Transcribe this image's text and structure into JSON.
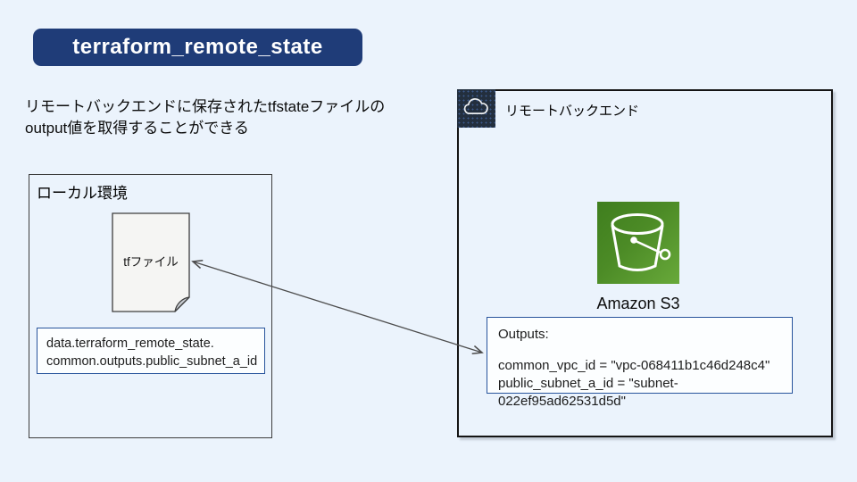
{
  "title": {
    "label": "terraform_remote_state"
  },
  "description": {
    "line1": "リモートバックエンドに保存されたtfstateファイルの",
    "line2": "output値を取得することができる"
  },
  "local_env": {
    "label": "ローカル環境",
    "file": {
      "label": "tfファイル"
    },
    "code_box": {
      "line1": "data.terraform_remote_state.",
      "line2": "common.outputs.public_subnet_a_id"
    }
  },
  "remote_backend": {
    "label": "リモートバックエンド",
    "s3": {
      "label": "Amazon S3"
    },
    "outputs_box": {
      "title": "Outputs:",
      "line1": "common_vpc_id = \"vpc-068411b1c46d248c4\"",
      "line2": "public_subnet_a_id = \"subnet-022ef95ad62531d5d\""
    }
  },
  "icons": {
    "cloud": "aws-cloud-icon",
    "s3_bucket": "s3-bucket-icon",
    "tf_file": "document-icon",
    "arrow": "bidirectional-arrow"
  },
  "colors": {
    "page_bg": "#ebf3fc",
    "title_bg": "#1f3c78",
    "title_text": "#ffffff",
    "outer_box_border": "#3d3d3d",
    "code_box_border": "#28549c",
    "code_box_bg": "#fcfeff",
    "aws_dark_square": "#232f3e",
    "s3_green_dark": "#3f7e1e",
    "s3_green_light": "#68a93a",
    "arrow_stroke": "#4d4d4d"
  }
}
